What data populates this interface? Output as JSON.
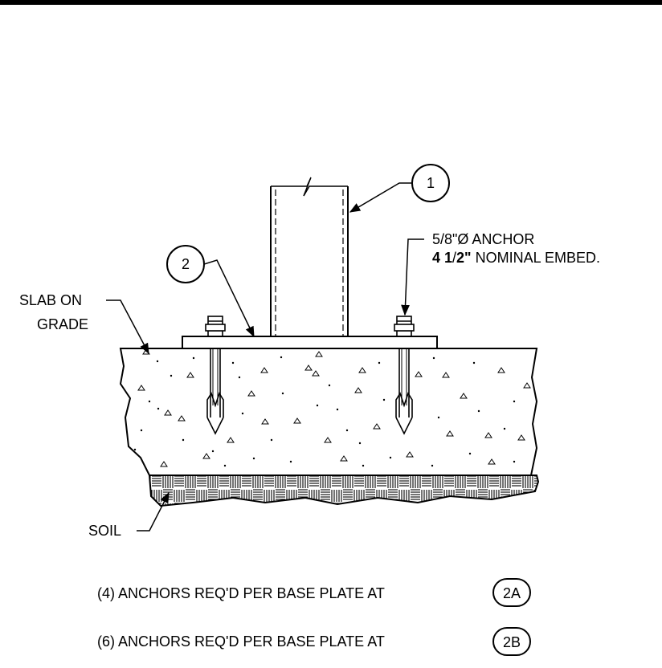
{
  "callouts": {
    "post_bubble": "1",
    "plate_bubble": "2",
    "anchor_line1": "5/8\"Ø ANCHOR",
    "anchor_line2_bold_a": "4 1",
    "anchor_line2_slash": "/",
    "anchor_line2_bold_b": "2\"",
    "anchor_line2_rest": " NOMINAL EMBED.",
    "slab_line1": "SLAB ON",
    "slab_line2": "GRADE",
    "soil": "SOIL"
  },
  "notes": [
    {
      "text": "(4) ANCHORS REQ'D PER BASE PLATE AT",
      "ref": "2A"
    },
    {
      "text": "(6) ANCHORS REQ'D PER BASE PLATE AT",
      "ref": "2B"
    }
  ]
}
